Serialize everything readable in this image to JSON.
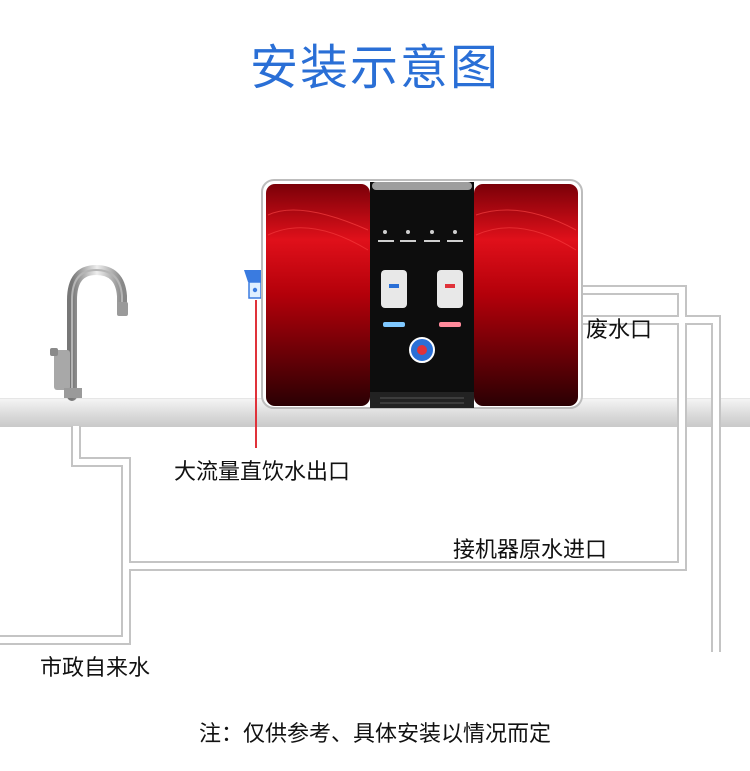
{
  "title": "安装示意图",
  "labels": {
    "waste_outlet": "废水口",
    "drinking_outlet": "大流量直饮水出口",
    "raw_water_inlet": "接机器原水进口",
    "municipal_water": "市政自来水"
  },
  "note": "注：仅供参考、具体安装以情况而定",
  "colors": {
    "title": "#2a6fd6",
    "pipe": "#cfcfcf",
    "machine_red": "#c8000a",
    "machine_black": "#111111",
    "drinking_line": "#e0323a"
  },
  "icons": [
    "faucet-icon",
    "water-purifier-icon",
    "tee-valve-icon"
  ]
}
